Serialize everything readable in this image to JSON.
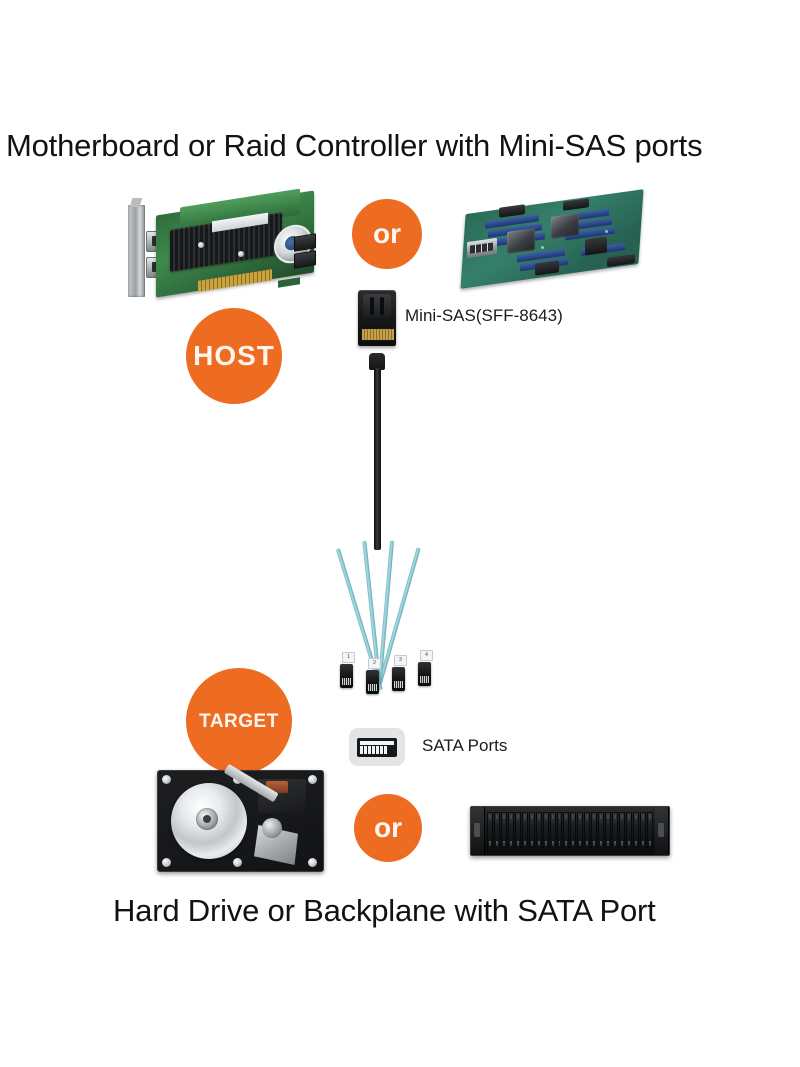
{
  "titles": {
    "top": "Motherboard or Raid Controller with Mini-SAS ports",
    "bottom": "Hard Drive or Backplane with SATA Port"
  },
  "badges": {
    "or_top": "or",
    "or_bottom": "or",
    "host": "HOST",
    "target": "TARGET"
  },
  "labels": {
    "minisas": "Mini-SAS(SFF-8643)",
    "sata_ports": "SATA Ports"
  },
  "cable": {
    "connector_tags": [
      "1",
      "2",
      "3",
      "4"
    ]
  },
  "colors": {
    "badge_orange": "#ee6c21",
    "badge_text": "#fdf6ef",
    "cable_teal": "#a9dde2",
    "trunk_black": "#101113",
    "pcb_green": "#35806a",
    "title_text": "#121212",
    "background": "#ffffff"
  },
  "devices": {
    "host_left": "raid-controller-card",
    "host_right": "server-motherboard",
    "target_left": "hard-disk-drive",
    "target_right": "rack-backplane-chassis"
  }
}
